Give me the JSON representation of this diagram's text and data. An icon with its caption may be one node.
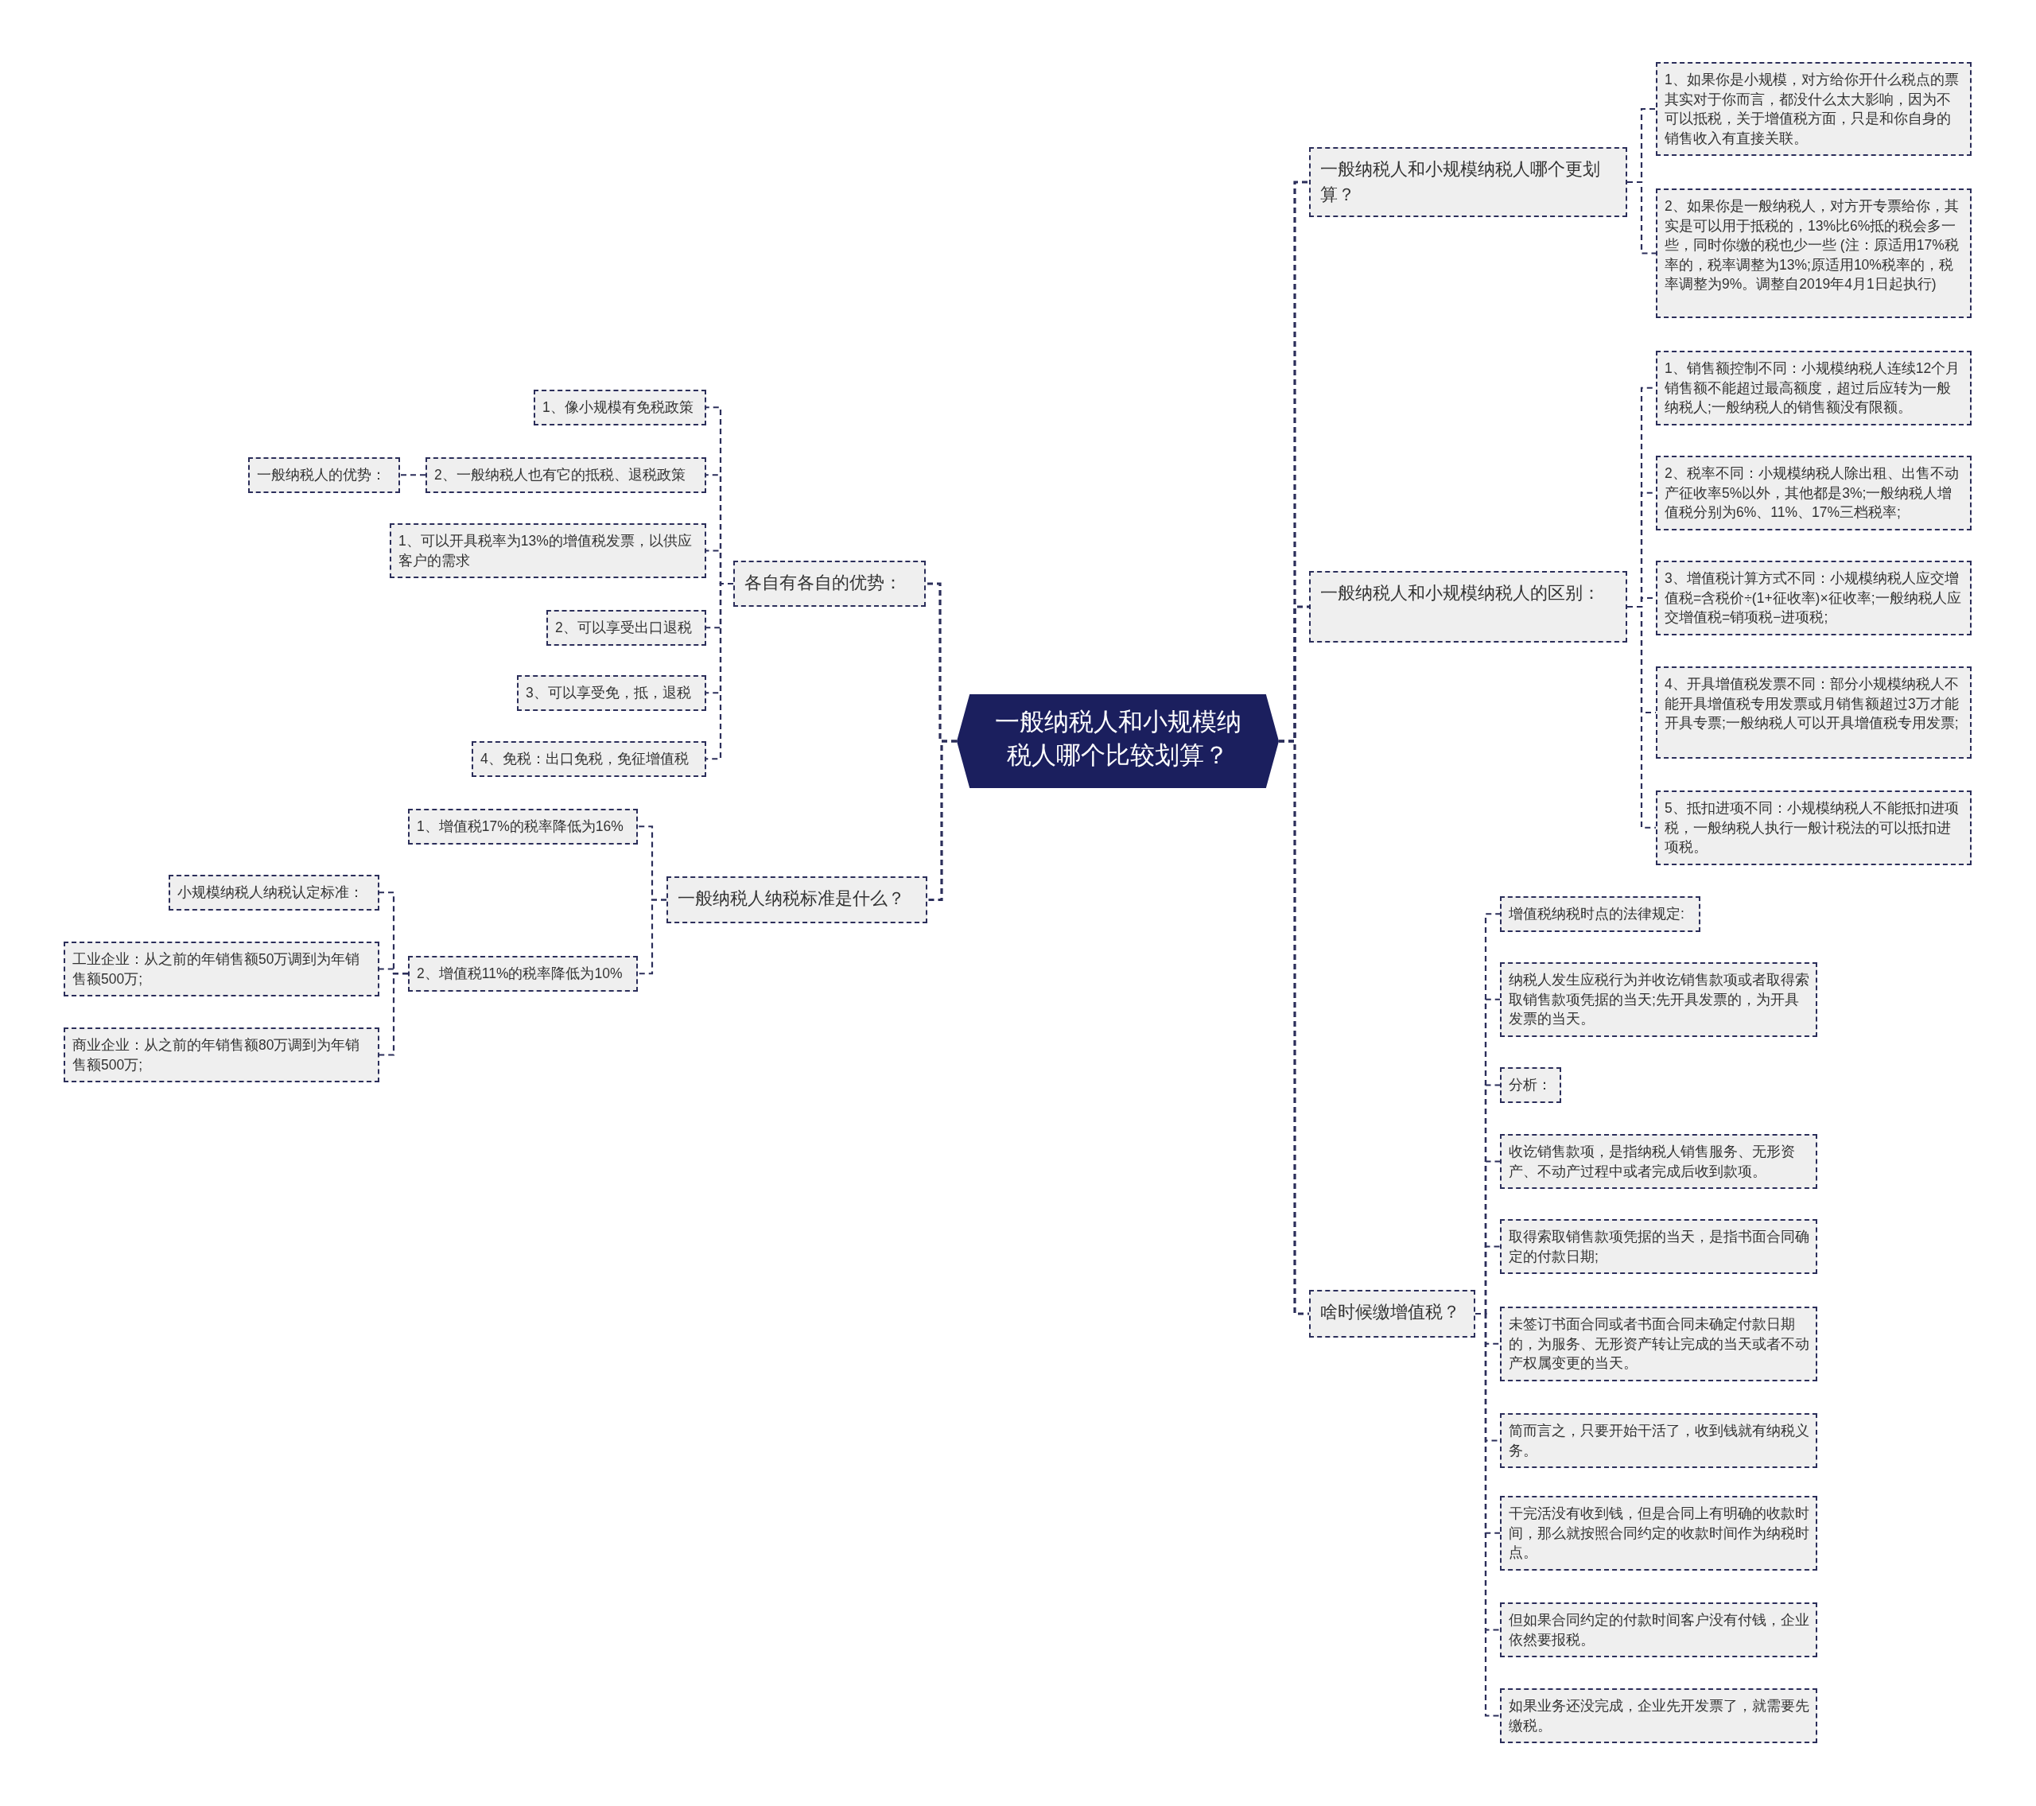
{
  "diagram": {
    "nodes": [
      {
        "text": [
          "一般纳税人和小规模纳税人哪个比较划算？"
        ]
      },
      {
        "text": [
          "各自有各自的优势："
        ]
      },
      {
        "text": [
          "1、像小规模有免税政策"
        ]
      },
      {
        "text": [
          "2、一般纳税人也有它的抵税、退税政策"
        ]
      },
      {
        "text": [
          "一般纳税人的优势："
        ]
      },
      {
        "text": [
          "1、可以开具税率为13%的增值税发票，以供应客户的需求"
        ]
      },
      {
        "text": [
          "2、可以享受出口退税"
        ]
      },
      {
        "text": [
          "3、可以享受免，抵，退税"
        ]
      },
      {
        "text": [
          "4、免税：出口免税，免征增值税"
        ]
      },
      {
        "text": [
          "一般纳税人纳税标准是什么？"
        ]
      },
      {
        "text": [
          "1、增值税17%的税率降低为16%"
        ]
      },
      {
        "text": [
          "2、增值税11%的税率降低为10%"
        ]
      },
      {
        "text": [
          "小规模纳税人纳税认定标准："
        ]
      },
      {
        "text": [
          "工业企业：从之前的年销售额50万调到为年销售额500万;"
        ]
      },
      {
        "text": [
          "商业企业：从之前的年销售额80万调到为年销售额500万;"
        ]
      },
      {
        "text": [
          "一般纳税人和小规模纳税人哪个更划算？"
        ]
      },
      {
        "text": [
          "1、如果你是小规模，对方给你开什么税点的票其实对于你而言，都没什么太大影响，因为不可以抵税，关于增值税方面，只是和你自身的销售收入有直接关联。"
        ]
      },
      {
        "text": [
          "2、如果你是一般纳税人，对方开专票给你，其实是可以用于抵税的，13%比6%抵的税会多一些，同时你缴的税也少一些 (注：原适用17%税率的，税率调整为13%;原适用10%税率的，税率调整为9%。调整自2019年4月1日起执行)"
        ]
      },
      {
        "text": [
          "一般纳税人和小规模纳税人的区别："
        ]
      },
      {
        "text": [
          "1、销售额控制不同：小规模纳税人连续12个月销售额不能超过最高额度，超过后应转为一般纳税人;一般纳税人的销售额没有限额。"
        ]
      },
      {
        "text": [
          "2、税率不同：小规模纳税人除出租、出售不动产征收率5%以外，其他都是3%;一般纳税人增值税分别为6%、11%、17%三档税率;"
        ]
      },
      {
        "text": [
          "3、增值税计算方式不同：小规模纳税人应交增值税=含税价÷(1+征收率)×征收率;一般纳税人应交增值税=销项税−进项税;"
        ]
      },
      {
        "text": [
          "4、开具增值税发票不同：部分小规模纳税人不能开具增值税专用发票或月销售额超过3万才能开具专票;一般纳税人可以开具增值税专用发票;"
        ]
      },
      {
        "text": [
          "5、抵扣进项不同：小规模纳税人不能抵扣进项税，一般纳税人执行一般计税法的可以抵扣进项税。"
        ]
      },
      {
        "text": [
          "啥时候缴增值税？"
        ]
      },
      {
        "text": [
          "增值税纳税时点的法律规定:"
        ]
      },
      {
        "text": [
          "纳税人发生应税行为并收讫销售款项或者取得索取销售款项凭据的当天;先开具发票的，为开具发票的当天。"
        ]
      },
      {
        "text": [
          "分析："
        ]
      },
      {
        "text": [
          "收讫销售款项，是指纳税人销售服务、无形资产、不动产过程中或者完成后收到款项。"
        ]
      },
      {
        "text": [
          "取得索取销售款项凭据的当天，是指书面合同确定的付款日期;"
        ]
      },
      {
        "text": [
          "未签订书面合同或者书面合同未确定付款日期的，为服务、无形资产转让完成的当天或者不动产权属变更的当天。"
        ]
      },
      {
        "text": [
          "简而言之，只要开始干活了，收到钱就有纳税义务。"
        ]
      },
      {
        "text": [
          "干完活没有收到钱，但是合同上有明确的收款时间，那么就按照合同约定的收款时间作为纳税时点。"
        ]
      },
      {
        "text": [
          "但如果合同约定的付款时间客户没有付钱，企业依然要报税。"
        ]
      },
      {
        "text": [
          "如果业务还没完成，企业先开发票了，就需要先缴税。"
        ]
      }
    ],
    "edges": [
      {
        "from": 0,
        "to": 1,
        "arrow": "none"
      },
      {
        "from": 0,
        "to": 9,
        "arrow": "none"
      },
      {
        "from": 0,
        "to": 15,
        "arrow": "none"
      },
      {
        "from": 0,
        "to": 18,
        "arrow": "none"
      },
      {
        "from": 0,
        "to": 24,
        "arrow": "none"
      },
      {
        "from": 1,
        "to": 2,
        "arrow": "none"
      },
      {
        "from": 1,
        "to": 3,
        "arrow": "none"
      },
      {
        "from": 1,
        "to": 5,
        "arrow": "none"
      },
      {
        "from": 1,
        "to": 6,
        "arrow": "none"
      },
      {
        "from": 1,
        "to": 7,
        "arrow": "none"
      },
      {
        "from": 1,
        "to": 8,
        "arrow": "none"
      },
      {
        "from": 3,
        "to": 4,
        "arrow": "none"
      },
      {
        "from": 9,
        "to": 10,
        "arrow": "none"
      },
      {
        "from": 9,
        "to": 11,
        "arrow": "none"
      },
      {
        "from": 11,
        "to": 12,
        "arrow": "none"
      },
      {
        "from": 11,
        "to": 13,
        "arrow": "none"
      },
      {
        "from": 11,
        "to": 14,
        "arrow": "none"
      },
      {
        "from": 15,
        "to": 16,
        "arrow": "none"
      },
      {
        "from": 15,
        "to": 17,
        "arrow": "none"
      },
      {
        "from": 18,
        "to": 19,
        "arrow": "none"
      },
      {
        "from": 18,
        "to": 20,
        "arrow": "none"
      },
      {
        "from": 18,
        "to": 21,
        "arrow": "none"
      },
      {
        "from": 18,
        "to": 22,
        "arrow": "none"
      },
      {
        "from": 18,
        "to": 23,
        "arrow": "none"
      },
      {
        "from": 24,
        "to": 25,
        "arrow": "none"
      },
      {
        "from": 24,
        "to": 26,
        "arrow": "none"
      },
      {
        "from": 24,
        "to": 27,
        "arrow": "none"
      },
      {
        "from": 24,
        "to": 28,
        "arrow": "none"
      },
      {
        "from": 24,
        "to": 29,
        "arrow": "none"
      },
      {
        "from": 24,
        "to": 30,
        "arrow": "none"
      },
      {
        "from": 24,
        "to": 31,
        "arrow": "none"
      },
      {
        "from": 24,
        "to": 32,
        "arrow": "none"
      },
      {
        "from": 24,
        "to": 33,
        "arrow": "none"
      },
      {
        "from": 24,
        "to": 34,
        "arrow": "none"
      }
    ]
  }
}
